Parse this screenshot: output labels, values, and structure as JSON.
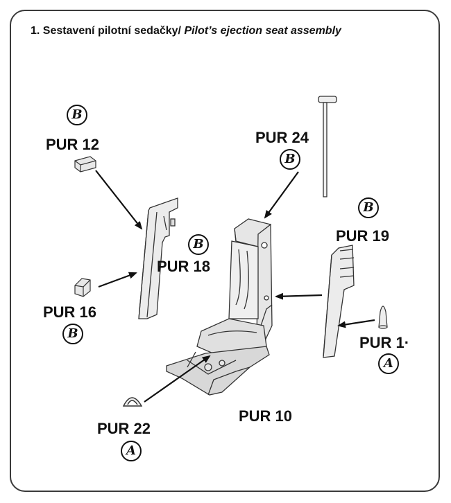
{
  "title": {
    "cz": "1. Sestavení pilotní sedačky/",
    "en": "Pilot’s ejection seat assembly"
  },
  "parts": {
    "pur12": {
      "label": "PUR 12",
      "badge": "B"
    },
    "pur24": {
      "label": "PUR 24",
      "badge": "B"
    },
    "pur19": {
      "label": "PUR 19",
      "badge": "B"
    },
    "pur18": {
      "label": "PUR 18",
      "badge": "B"
    },
    "pur16": {
      "label": "PUR 16",
      "badge": "B"
    },
    "pur14": {
      "label": "PUR 1·",
      "badge": "A"
    },
    "pur10": {
      "label": "PUR 10"
    },
    "pur22": {
      "label": "PUR 22",
      "badge": "A"
    }
  }
}
